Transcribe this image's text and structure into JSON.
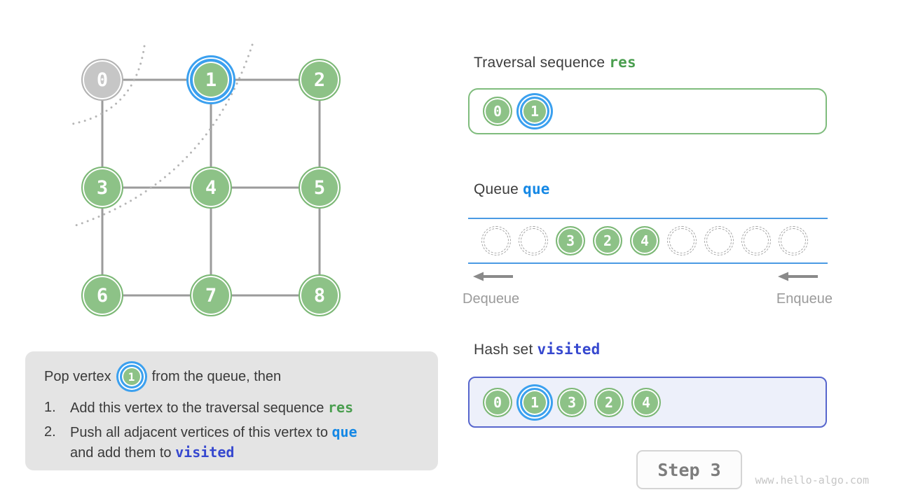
{
  "graph": {
    "nodes": [
      {
        "label": "0",
        "state": "gray"
      },
      {
        "label": "1",
        "state": "active"
      },
      {
        "label": "2",
        "state": "green"
      },
      {
        "label": "3",
        "state": "green"
      },
      {
        "label": "4",
        "state": "green"
      },
      {
        "label": "5",
        "state": "green"
      },
      {
        "label": "6",
        "state": "green"
      },
      {
        "label": "7",
        "state": "green"
      },
      {
        "label": "8",
        "state": "green"
      }
    ]
  },
  "sections": {
    "traversal": {
      "title": "Traversal sequence",
      "token": "res",
      "items": [
        {
          "label": "0",
          "state": "green"
        },
        {
          "label": "1",
          "state": "active"
        }
      ]
    },
    "queue": {
      "title": "Queue",
      "token": "que",
      "slots": [
        {
          "label": "",
          "state": "empty"
        },
        {
          "label": "",
          "state": "empty"
        },
        {
          "label": "3",
          "state": "green"
        },
        {
          "label": "2",
          "state": "green"
        },
        {
          "label": "4",
          "state": "green"
        },
        {
          "label": "",
          "state": "empty"
        },
        {
          "label": "",
          "state": "empty"
        },
        {
          "label": "",
          "state": "empty"
        },
        {
          "label": "",
          "state": "empty"
        }
      ],
      "dequeue_label": "Dequeue",
      "enqueue_label": "Enqueue"
    },
    "hashset": {
      "title": "Hash set",
      "token": "visited",
      "items": [
        {
          "label": "0",
          "state": "green"
        },
        {
          "label": "1",
          "state": "active"
        },
        {
          "label": "3",
          "state": "green"
        },
        {
          "label": "2",
          "state": "green"
        },
        {
          "label": "4",
          "state": "green"
        }
      ]
    }
  },
  "explanation": {
    "intro_before": "Pop vertex",
    "intro_vertex": "1",
    "intro_after": "from the queue, then",
    "items": [
      {
        "num": "1.",
        "parts": [
          {
            "text": "Add this vertex to the traversal sequence "
          },
          {
            "text": "res",
            "token": "green"
          }
        ]
      },
      {
        "num": "2.",
        "parts": [
          {
            "text": "Push all adjacent vertices of this vertex to "
          },
          {
            "text": "que",
            "token": "blue"
          },
          {
            "br": true
          },
          {
            "text": "and add them to "
          },
          {
            "text": "visited",
            "token": "indigo"
          }
        ]
      }
    ]
  },
  "step_label": "Step 3",
  "watermark": "www.hello-algo.com",
  "colors": {
    "node_green": "#8dc287",
    "node_green_border": "#7cb876",
    "node_gray": "#c6c6c6",
    "highlight_blue": "#3ba0ef",
    "res_green": "#4a9e4f",
    "que_blue": "#1588e5",
    "visited_indigo": "#3648cf",
    "queue_line_blue": "#4a9ae3",
    "edge_gray": "#9b9b9b"
  }
}
